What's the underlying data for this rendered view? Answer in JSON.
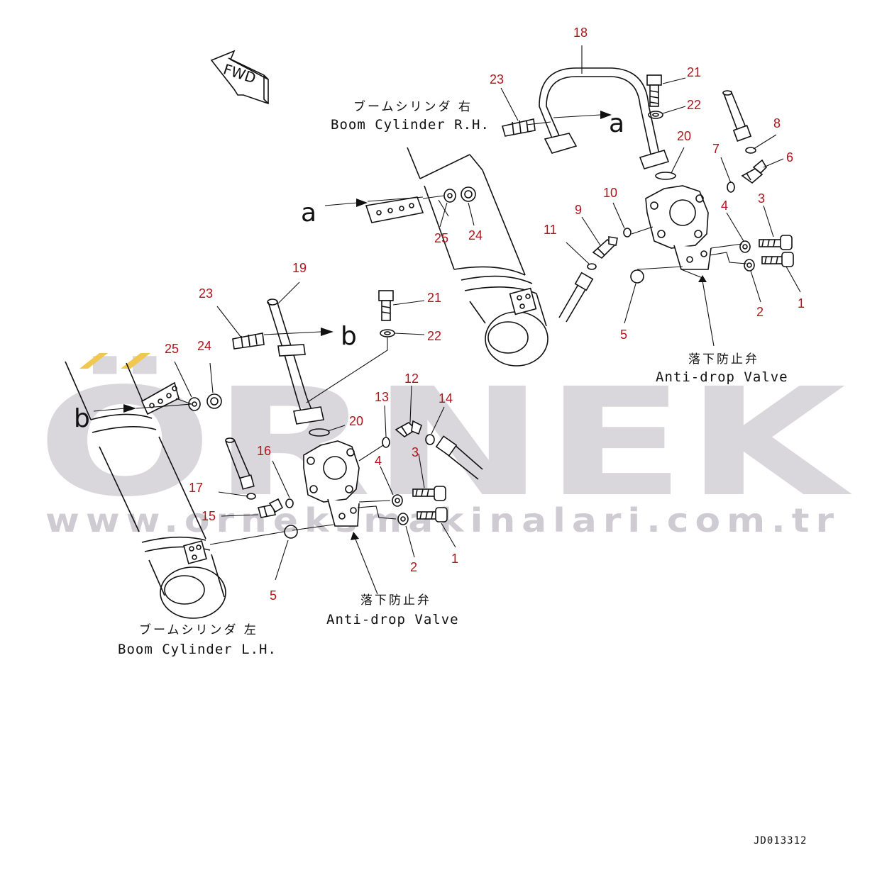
{
  "watermark": {
    "brand": "ÖRNEK",
    "url": "www.orneksmakinalari.com.tr",
    "colors": {
      "gray": "#d9d6dc",
      "accent": "#f0c850"
    }
  },
  "fwd_label": "FWD",
  "arrow_letters": {
    "a": "a",
    "b": "b"
  },
  "captions": {
    "boom_rh_jp": "ブームシリンダ 右",
    "boom_rh_en": "Boom Cylinder R.H.",
    "boom_lh_jp": "ブームシリンダ 左",
    "boom_lh_en": "Boom Cylinder L.H.",
    "valve_jp": "落下防止弁",
    "valve_en": "Anti-drop Valve"
  },
  "drawing_code": "JD013312",
  "part_numbers": {
    "n1": "1",
    "n2": "2",
    "n3": "3",
    "n4": "4",
    "n5": "5",
    "n6": "6",
    "n7": "7",
    "n8": "8",
    "n9": "9",
    "n10": "10",
    "n11": "11",
    "n12": "12",
    "n13": "13",
    "n14": "14",
    "n15": "15",
    "n16": "16",
    "n17": "17",
    "n18": "18",
    "n19": "19",
    "n20": "20",
    "n21": "21",
    "n22": "22",
    "n23": "23",
    "n24": "24",
    "n25": "25"
  },
  "colors": {
    "label": "#b3141b",
    "line": "#111111"
  }
}
